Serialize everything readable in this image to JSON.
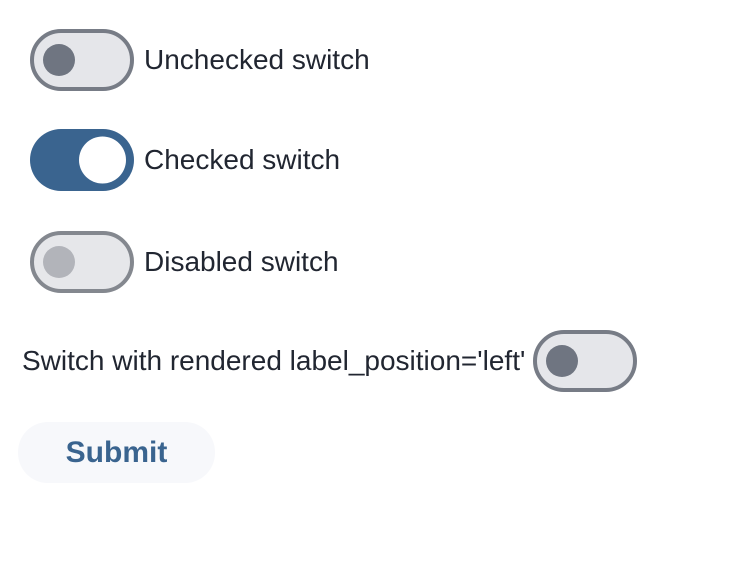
{
  "switches": [
    {
      "label": "Unchecked switch",
      "checked": false,
      "disabled": false,
      "label_position": "right"
    },
    {
      "label": "Checked switch",
      "checked": true,
      "disabled": false,
      "label_position": "right"
    },
    {
      "label": "Disabled switch",
      "checked": false,
      "disabled": true,
      "label_position": "right"
    },
    {
      "label": "Switch with rendered label_position='left'",
      "checked": false,
      "disabled": false,
      "label_position": "left"
    }
  ],
  "button": {
    "label": "Submit"
  },
  "colors": {
    "page_bg": "#ffffff",
    "label_text": "#212631",
    "checked_track": "#3a648f",
    "checked_thumb": "#ffffff",
    "unchecked_track": "#e5e6ea",
    "unchecked_thumb": "#6f7581",
    "track_outline": "#777c86",
    "disabled_track": "#e6e7ea",
    "disabled_thumb": "#b2b4ba",
    "disabled_outline": "#84888f",
    "button_bg": "#f7f8fb",
    "button_text": "#3a648f"
  }
}
